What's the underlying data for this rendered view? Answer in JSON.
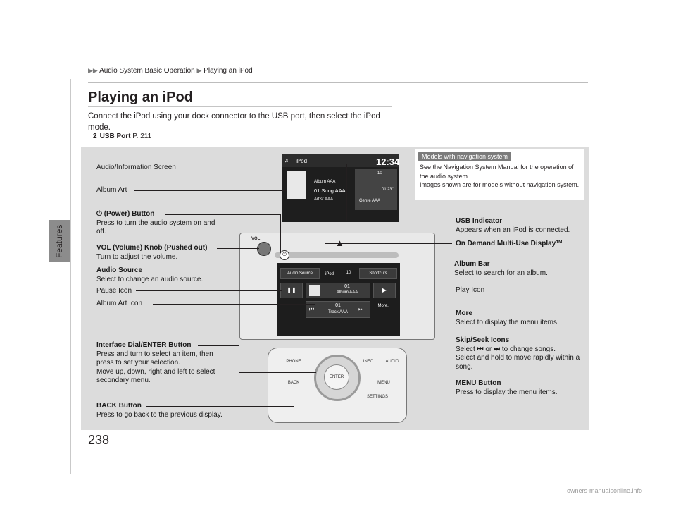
{
  "breadcrumb": [
    "Audio System Basic Operation",
    "Playing an iPod"
  ],
  "side_tab": "Features",
  "title": "Playing an iPod",
  "intro": "Connect the iPod using your dock connector to the USB port, then select the iPod mode.",
  "xref": {
    "label": "USB Port",
    "page": "P. 211"
  },
  "nav_note": {
    "badge": "Models with navigation system",
    "line1": "See the Navigation System Manual for the operation of the audio system.",
    "line2": "Images shown are for models without navigation system."
  },
  "callouts_left": {
    "audio_info_screen": "Audio/Information Screen",
    "album_art": "Album Art",
    "power_title": "(Power) Button",
    "power_desc": "Press to turn the audio system on and off.",
    "vol_title": "VOL (Volume) Knob (Pushed out)",
    "vol_desc": "Turn to adjust the volume.",
    "audio_source_title": "Audio Source",
    "audio_source_desc": "Select to change an audio source.",
    "pause_icon": "Pause Icon",
    "album_art_icon": "Album Art Icon",
    "dial_title": "Interface Dial/ENTER Button",
    "dial_desc1": "Press and turn to select an item, then press to set your selection.",
    "dial_desc2": "Move up, down, right and left to select secondary menu.",
    "back_title": "BACK Button",
    "back_desc": "Press to go back to the previous display."
  },
  "callouts_right": {
    "usb_title": "USB Indicator",
    "usb_desc": "Appears when an iPod is connected.",
    "ondemand": "On Demand Multi-Use Display™",
    "album_bar_title": "Album Bar",
    "album_bar_desc": "Select to search for an album.",
    "play_icon": "Play Icon",
    "more_title": "More",
    "more_desc": "Select to display the menu items.",
    "skip_title": "Skip/Seek Icons",
    "skip_desc1a": "Select",
    "skip_desc1b": "or",
    "skip_desc1c": "to change songs.",
    "skip_desc2": "Select and hold to move rapidly within a song.",
    "menu_title": "MENU Button",
    "menu_desc": "Press to display the menu items."
  },
  "screen": {
    "source": "iPod",
    "clock": "12:34",
    "album": "Album AAA",
    "song": "01 Song AAA",
    "artist": "Artist AAA",
    "genre": "Genre AAA",
    "time": "01'23\"",
    "volume": "10"
  },
  "touch": {
    "audio_source": "Audio Source",
    "ipod": "iPod",
    "volume": "10",
    "shortcuts": "Shortcuts",
    "album_num": "01",
    "album_name": "Album AAA",
    "track_num": "01",
    "track_name": "Track AAA",
    "more": "More.."
  },
  "console": {
    "vol": "VOL",
    "enter": "ENTER",
    "phone": "PHONE",
    "info": "INFO",
    "audio": "AUDIO",
    "back": "BACK",
    "menu": "MENU",
    "settings": "SETTINGS"
  },
  "page_number": "238",
  "footer": "owners-manualsonline.info"
}
